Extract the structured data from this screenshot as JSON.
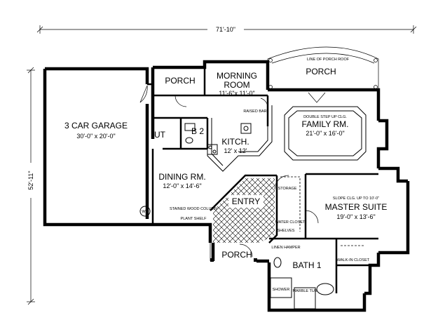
{
  "dimensions": {
    "width": "71'-10\"",
    "depth": "52'-11\""
  },
  "rooms": {
    "garage": {
      "name": "3 CAR GARAGE",
      "size": "30'-0\" x 20'-0\""
    },
    "porch_top": {
      "name": "PORCH"
    },
    "morning": {
      "name1": "MORNING",
      "name2": "ROOM",
      "size": "11'-6\"x 11'-0\""
    },
    "porch_rear": {
      "name": "PORCH",
      "note": "LINE OF PORCH ROOF"
    },
    "family": {
      "name": "FAMILY RM.",
      "size": "21'-0\" x 16'-0\"",
      "ceiling": "DOUBLE STEP UP CLG."
    },
    "utility": {
      "name": "UT"
    },
    "bath2": {
      "name": "B 2"
    },
    "kitchen": {
      "name": "KITCH.",
      "size": "12' x 12'"
    },
    "dining": {
      "name": "DINING RM.",
      "size": "12'-0\" x 14'-6\""
    },
    "entry": {
      "name": "ENTRY"
    },
    "master": {
      "name": "MASTER SUITE",
      "size": "19'-0\" x 13'-6\"",
      "ceiling": "SLOPE CLG. UP TO 10'-0\""
    },
    "porch_front": {
      "name": "PORCH"
    },
    "bath1": {
      "name": "BATH 1"
    }
  },
  "notes": {
    "raised_bar": "RAISED BAR",
    "wh": "WH",
    "stained_col": "STAINED WOOD COLUMN",
    "plant_shelf": "PLANT SHELF",
    "linen_hamper": "LINEN HAMPER",
    "shower": "SHOWER",
    "marble_tub": "MARBLE TUB",
    "walk_in_closet": "WALK-IN CLOSET",
    "shelves": "SHELVES",
    "water_closet": "WATER CLOSET",
    "storage": "STORAGE"
  }
}
